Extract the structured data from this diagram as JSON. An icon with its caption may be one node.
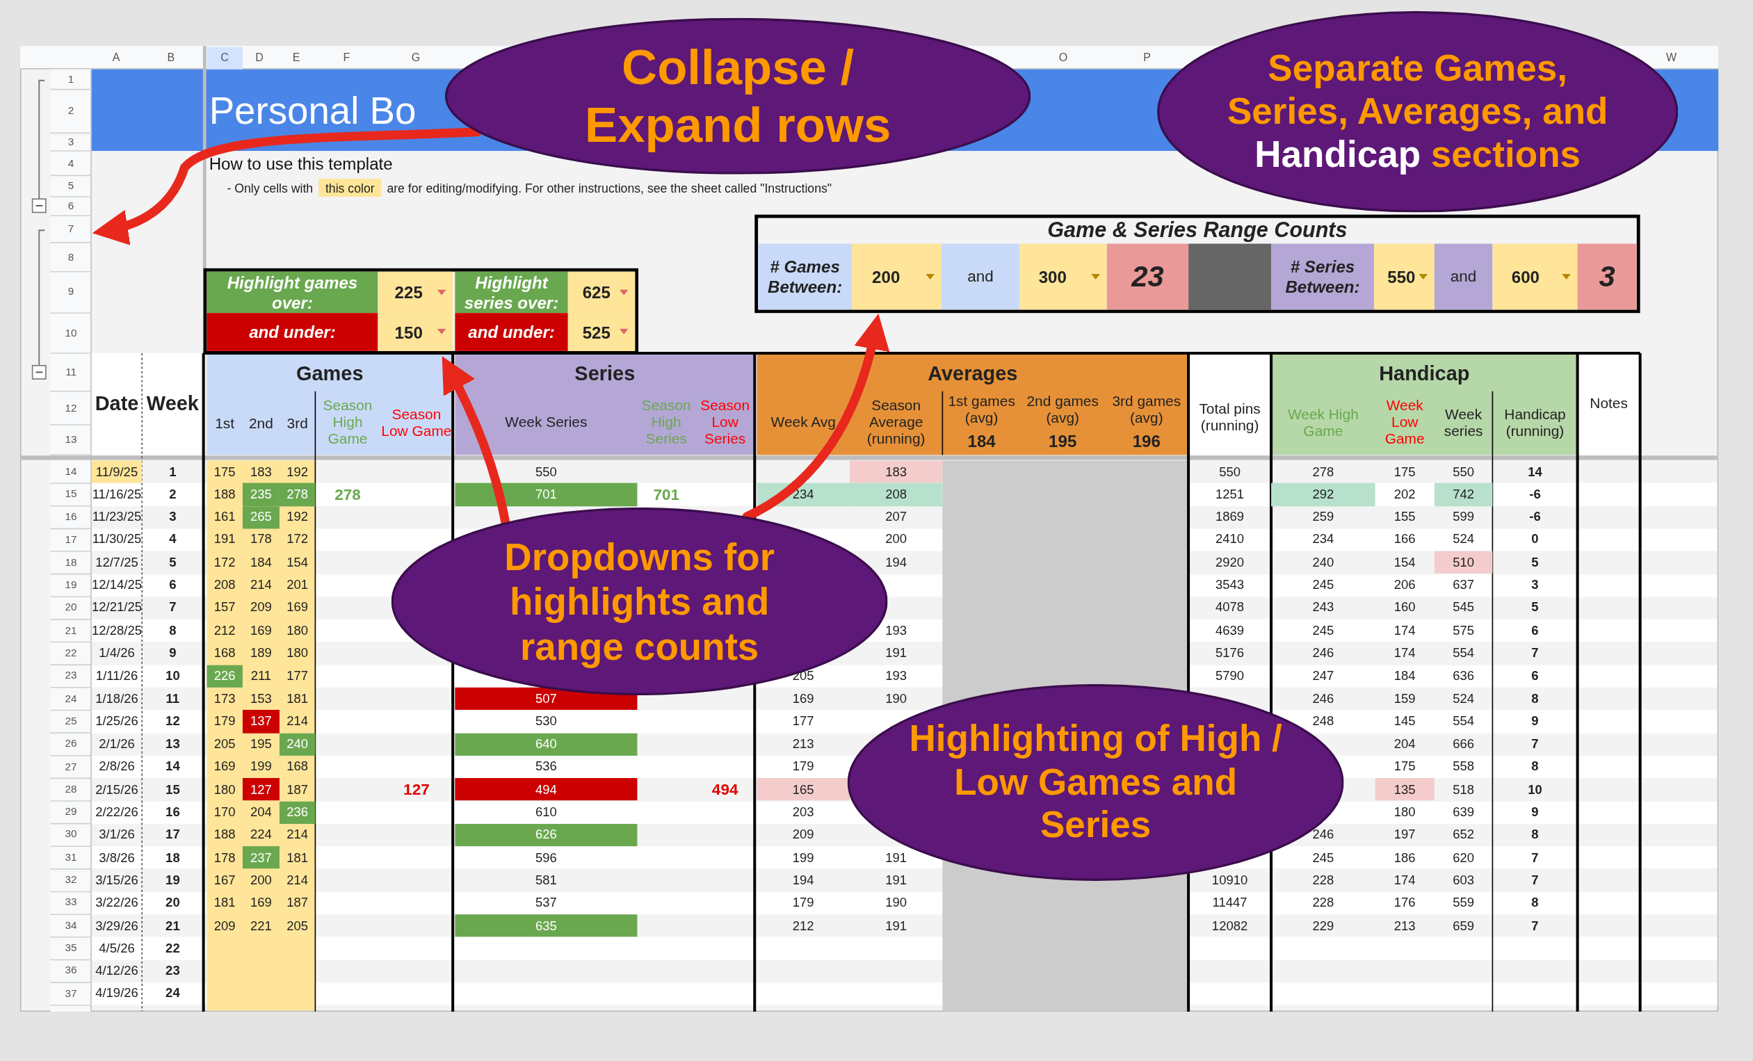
{
  "diagram": {
    "nodes": [
      {
        "text": [
          "Collapse / Expand rows"
        ]
      },
      {
        "text": [
          "Separate Games, Series, Averages, and **Handicap** sections"
        ]
      },
      {
        "text": [
          "Dropdowns for highlights and range counts"
        ]
      },
      {
        "text": [
          "Highlighting of High / Low Games and Series"
        ]
      },
      {
        "text": [],
        "shape": "box"
      },
      {
        "text": [],
        "shape": "box"
      },
      {
        "text": [],
        "shape": "bracket"
      }
    ],
    "edges": [
      {
        "from": 0,
        "to": 6,
        "arrow": "to"
      },
      {
        "from": 2,
        "to": 4,
        "arrow": "to"
      },
      {
        "from": 2,
        "to": 5,
        "arrow": "to"
      }
    ],
    "labels": [
      "A",
      "B",
      "C",
      "D",
      "E",
      "F",
      "G",
      "O",
      "P",
      "W",
      "1",
      "2",
      "3",
      "4",
      "5",
      "6",
      "7",
      "8",
      "9",
      "10",
      "11",
      "12",
      "13",
      "14",
      "15",
      "16",
      "17",
      "18",
      "19",
      "20",
      "21",
      "22",
      "23",
      "24",
      "25",
      "26",
      "27",
      "28",
      "29",
      "30",
      "31",
      "32",
      "33",
      "34",
      "35",
      "36",
      "37",
      "Personal Bo",
      "How to use this template",
      "- Only cells with",
      "this color",
      "are for editing/modifying.  For other instructions, see the sheet called \"Instructions\"",
      "Game & Series Range Counts",
      "# Games Between:",
      "200",
      "and",
      "300",
      "23",
      "# Series Between:",
      "550",
      "and",
      "600",
      "3",
      "Highlight games over:",
      "225",
      "Highlight series over:",
      "625",
      "and under:",
      "150",
      "and under:",
      "525",
      "Date",
      "Week",
      "Games",
      "1st",
      "2nd",
      "3rd",
      "Season High Game",
      "Season Low Game",
      "Series",
      "Week Series",
      "Season High Series",
      "Season Low Series",
      "Averages",
      "Week Avg",
      "Season Average (running)",
      "1st games (avg)",
      "184",
      "2nd games (avg)",
      "195",
      "3rd games (avg)",
      "196",
      "Total pins (running)",
      "Handicap",
      "Week High Game",
      "Week Low Game",
      "Week series",
      "Handicap (running)",
      "Notes",
      "11/9/25",
      "1",
      "175",
      "183",
      "192",
      "550",
      "183",
      "550",
      "278",
      "175",
      "550",
      "14",
      "11/16/25",
      "2",
      "188",
      "235",
      "278",
      "278",
      "701",
      "701",
      "234",
      "208",
      "1251",
      "292",
      "202",
      "742",
      "-6",
      "11/23/25",
      "3",
      "161",
      "265",
      "192",
      "207",
      "1869",
      "259",
      "155",
      "599",
      "-6",
      "11/30/25",
      "4",
      "191",
      "178",
      "172",
      "200",
      "2410",
      "234",
      "166",
      "524",
      "0",
      "12/7/25",
      "5",
      "172",
      "184",
      "154",
      "194",
      "2920",
      "240",
      "154",
      "510",
      "5",
      "12/14/25",
      "6",
      "208",
      "214",
      "201",
      "3543",
      "245",
      "206",
      "637",
      "3",
      "12/21/25",
      "7",
      "157",
      "209",
      "169",
      "4078",
      "243",
      "160",
      "545",
      "5",
      "12/28/25",
      "8",
      "212",
      "169",
      "180",
      "193",
      "4639",
      "245",
      "174",
      "575",
      "6",
      "1/4/26",
      "9",
      "168",
      "189",
      "180",
      "191",
      "5176",
      "246",
      "174",
      "554",
      "7",
      "1/11/26",
      "10",
      "226",
      "211",
      "177",
      "205",
      "193",
      "5790",
      "247",
      "184",
      "636",
      "6",
      "1/18/26",
      "11",
      "173",
      "153",
      "181",
      "507",
      "169",
      "190",
      "246",
      "159",
      "524",
      "8",
      "1/25/26",
      "12",
      "179",
      "137",
      "214",
      "530",
      "177",
      "248",
      "145",
      "554",
      "9",
      "2/1/26",
      "13",
      "205",
      "195",
      "240",
      "640",
      "213",
      "204",
      "666",
      "7",
      "2/8/26",
      "14",
      "169",
      "199",
      "168",
      "536",
      "179",
      "175",
      "558",
      "8",
      "2/15/26",
      "15",
      "180",
      "127",
      "187",
      "127",
      "494",
      "494",
      "165",
      "135",
      "518",
      "10",
      "2/22/26",
      "16",
      "170",
      "204",
      "236",
      "610",
      "203",
      "180",
      "639",
      "9",
      "3/1/26",
      "17",
      "188",
      "224",
      "214",
      "626",
      "209",
      "246",
      "197",
      "652",
      "8",
      "3/8/26",
      "18",
      "178",
      "237",
      "181",
      "596",
      "199",
      "191",
      "245",
      "186",
      "620",
      "7",
      "3/15/26",
      "19",
      "167",
      "200",
      "214",
      "581",
      "194",
      "191",
      "10910",
      "228",
      "174",
      "603",
      "7",
      "3/22/26",
      "20",
      "181",
      "169",
      "187",
      "537",
      "179",
      "190",
      "11447",
      "228",
      "176",
      "559",
      "8",
      "3/29/26",
      "21",
      "209",
      "221",
      "205",
      "635",
      "212",
      "191",
      "12082",
      "229",
      "213",
      "659",
      "7",
      "4/5/26",
      "22",
      "4/12/26",
      "23",
      "4/19/26",
      "24"
    ]
  }
}
